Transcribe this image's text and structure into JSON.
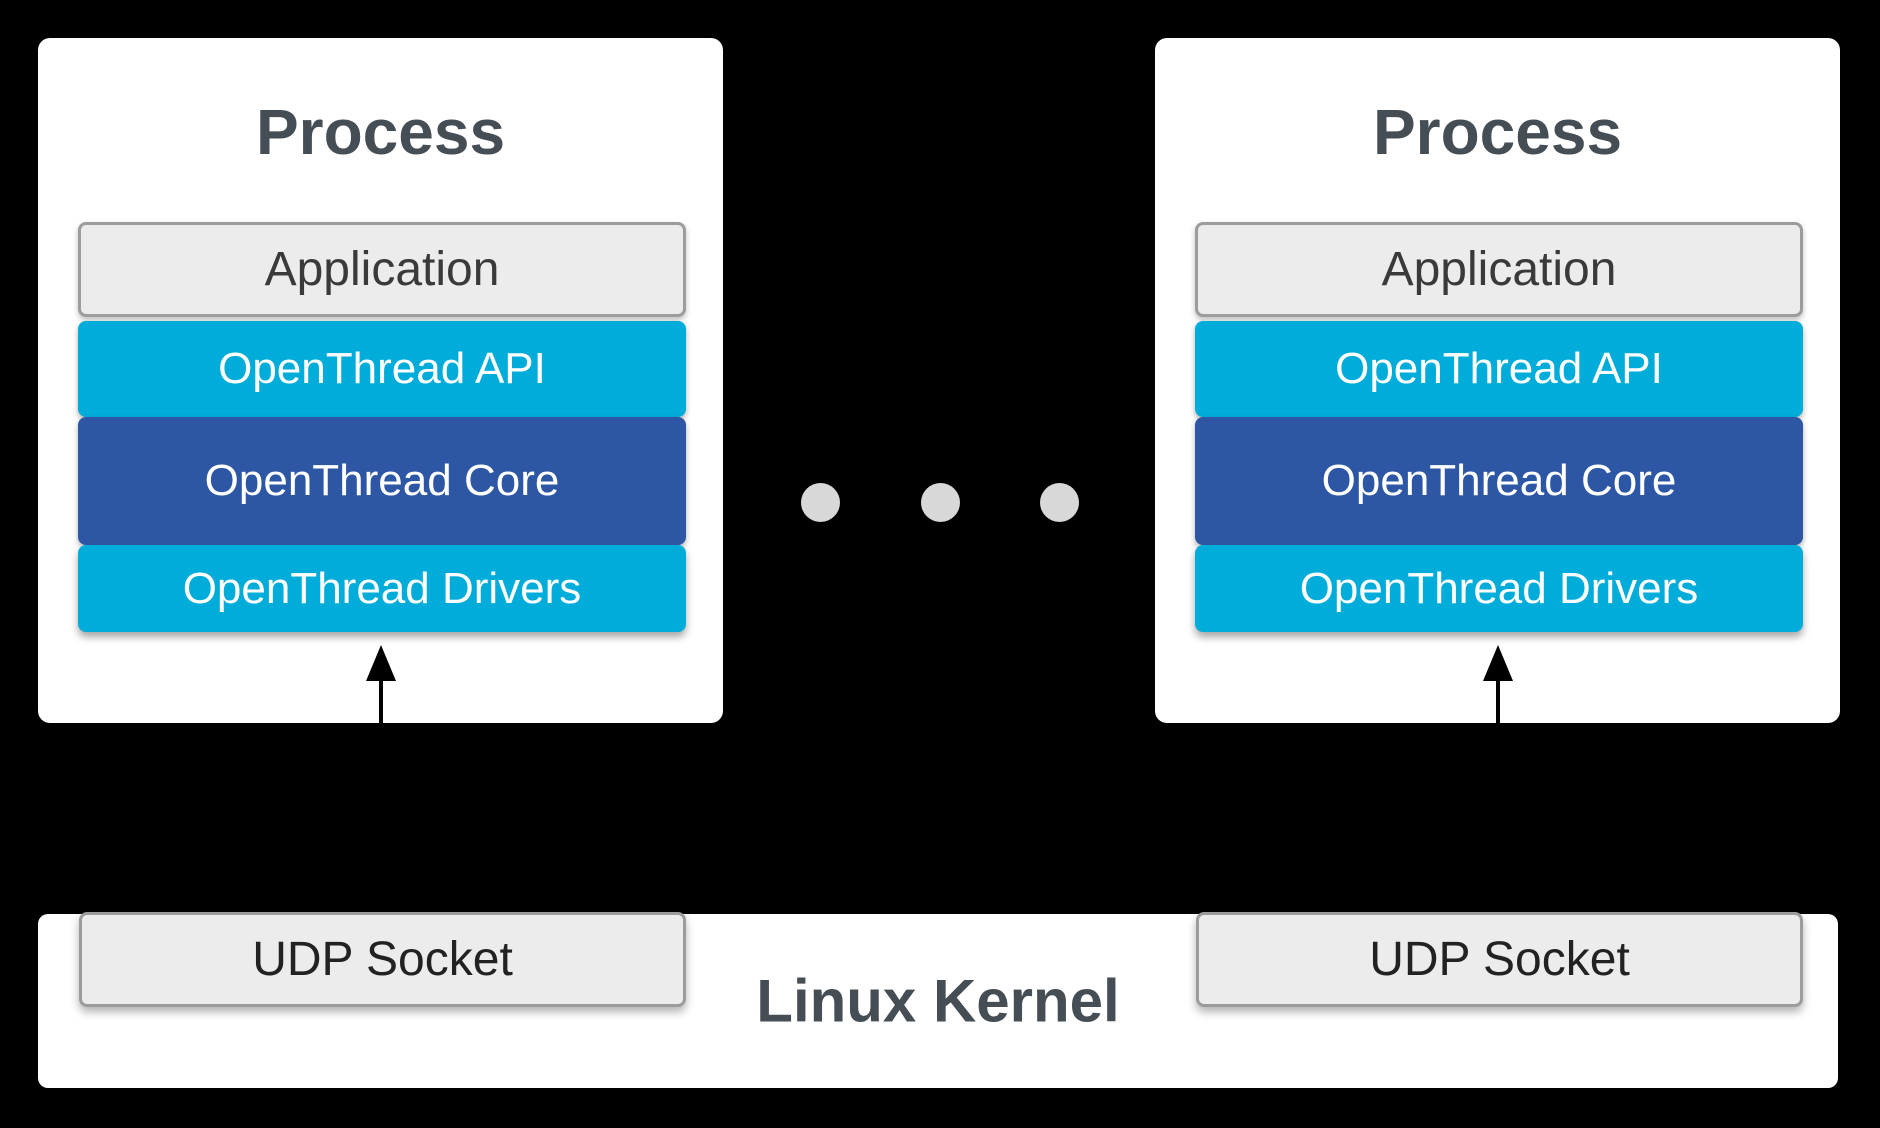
{
  "diagram": {
    "description_colors": {
      "background": "#000000",
      "panel_white": "#ffffff",
      "layer_cyan": "#00acd9",
      "layer_dark_blue": "#2d57a5",
      "gray_box_fill": "#ececec",
      "gray_box_border": "#9c9c9c",
      "title_text": "#454d55",
      "gray_box_text": "#3a3a3a",
      "white_text": "#ffffff",
      "ellipsis_dot": "#d8d8d8",
      "arrow": "#000000"
    }
  },
  "processes": [
    {
      "title": "Process",
      "layers": [
        {
          "label": "Application",
          "color": "#ececec"
        },
        {
          "label": "OpenThread API",
          "color": "#00acd9"
        },
        {
          "label": "OpenThread Core",
          "color": "#2d57a5"
        },
        {
          "label": "OpenThread Drivers",
          "color": "#00acd9"
        }
      ]
    },
    {
      "title": "Process",
      "layers": [
        {
          "label": "Application",
          "color": "#ececec"
        },
        {
          "label": "OpenThread API",
          "color": "#00acd9"
        },
        {
          "label": "OpenThread Core",
          "color": "#2d57a5"
        },
        {
          "label": "OpenThread Drivers",
          "color": "#00acd9"
        }
      ]
    }
  ],
  "ellipsis": {
    "dot_count": 3
  },
  "kernel": {
    "label": "Linux Kernel",
    "sockets": [
      {
        "label": "UDP Socket"
      },
      {
        "label": "UDP Socket"
      }
    ]
  }
}
